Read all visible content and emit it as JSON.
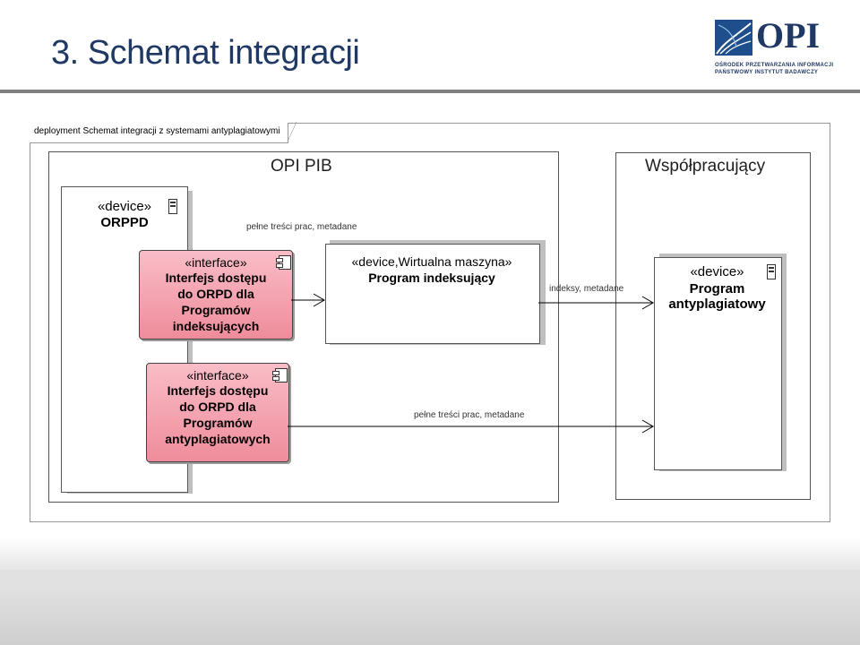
{
  "slide": {
    "title": "3. Schemat integracji"
  },
  "logo": {
    "word": "OPI",
    "line1": "OŚRODEK PRZETWARZANIA INFORMACJI",
    "line2": "PAŃSTWOWY INSTYTUT BADAWCZY"
  },
  "diagram": {
    "frame_label": "deployment Schemat integracji z systemami antyplagiatowymi",
    "groups": {
      "opi_pib": "OPI PIB",
      "partner": "Współpracujący"
    },
    "nodes": {
      "orppd": {
        "stereotype": "«device»",
        "name": "ORPPD"
      },
      "indexer": {
        "stereotype": "«device,Wirtualna maszyna»",
        "name": "Program indeksujący"
      },
      "antiplag": {
        "stereotype": "«device»",
        "name": "Program antyplagiatowy"
      }
    },
    "interfaces": {
      "indexing": {
        "stereotype": "«interface»",
        "name_lines": [
          "Interfejs dostępu",
          "do ORPD dla",
          "Programów",
          "indeksujących"
        ]
      },
      "antiplag": {
        "stereotype": "«interface»",
        "name_lines": [
          "Interfejs dostępu",
          "do ORPD dla",
          "Programów",
          "antyplagiatowych"
        ]
      }
    },
    "connections": {
      "full_text_top": "pełne treści prac, metadane",
      "indexes": "indeksy, metadane",
      "full_text_bottom": "pełne treści prac, metadane"
    }
  },
  "colors": {
    "title": "#1f3864",
    "interface_fill": "#f29aa8",
    "frame_border": "#999999"
  }
}
